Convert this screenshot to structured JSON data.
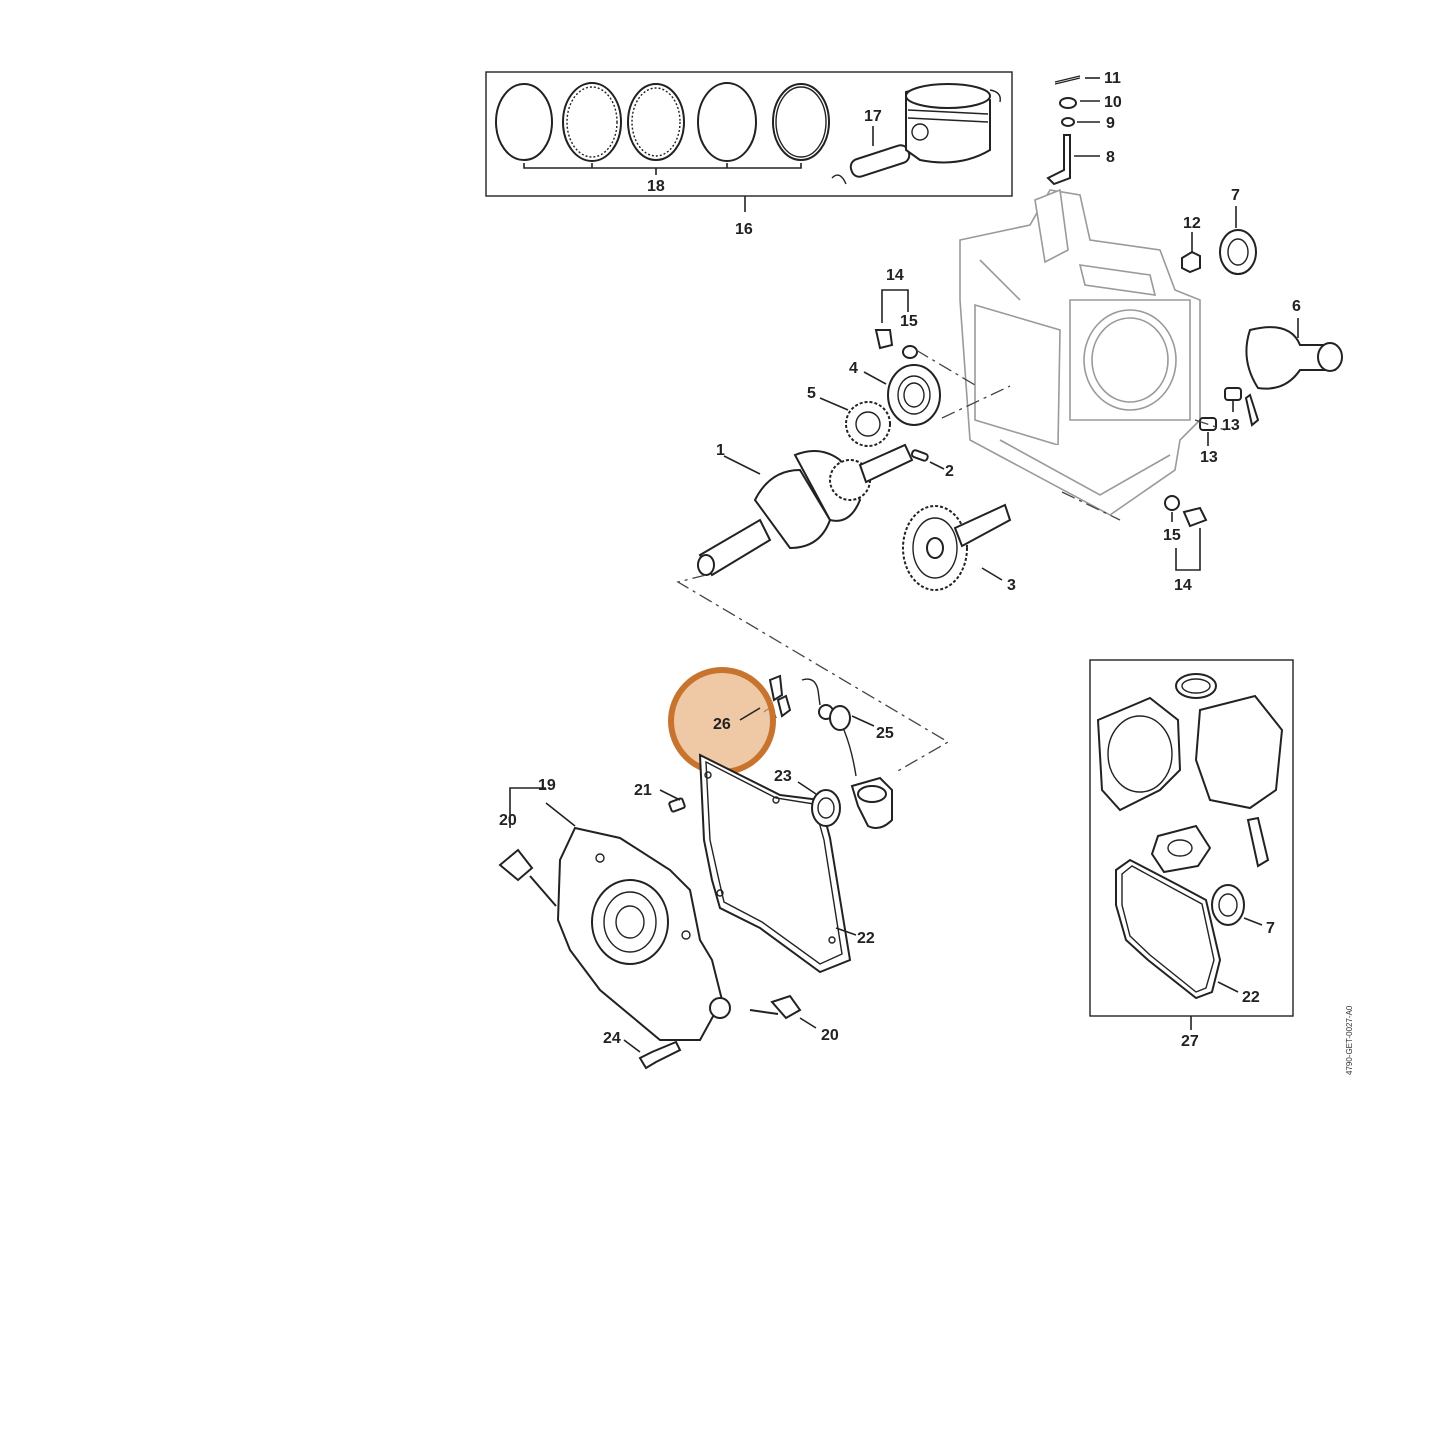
{
  "diagram": {
    "drawing_code": "4790-GET-0027-A0",
    "highlight": {
      "label": "26",
      "color": "#c8742f"
    },
    "labels": {
      "l1": "1",
      "l2": "2",
      "l3": "3",
      "l4": "4",
      "l5": "5",
      "l6": "6",
      "l7a": "7",
      "l7b": "7",
      "l8": "8",
      "l9": "9",
      "l10": "10",
      "l11": "11",
      "l12": "12",
      "l13a": "13",
      "l13b": "13",
      "l14a": "14",
      "l14b": "14",
      "l15a": "15",
      "l15b": "15",
      "l16": "16",
      "l17": "17",
      "l18": "18",
      "l19": "19",
      "l20a": "20",
      "l20b": "20",
      "l21": "21",
      "l22a": "22",
      "l22b": "22",
      "l23": "23",
      "l24": "24",
      "l25": "25",
      "l26": "26",
      "l27": "27"
    }
  }
}
